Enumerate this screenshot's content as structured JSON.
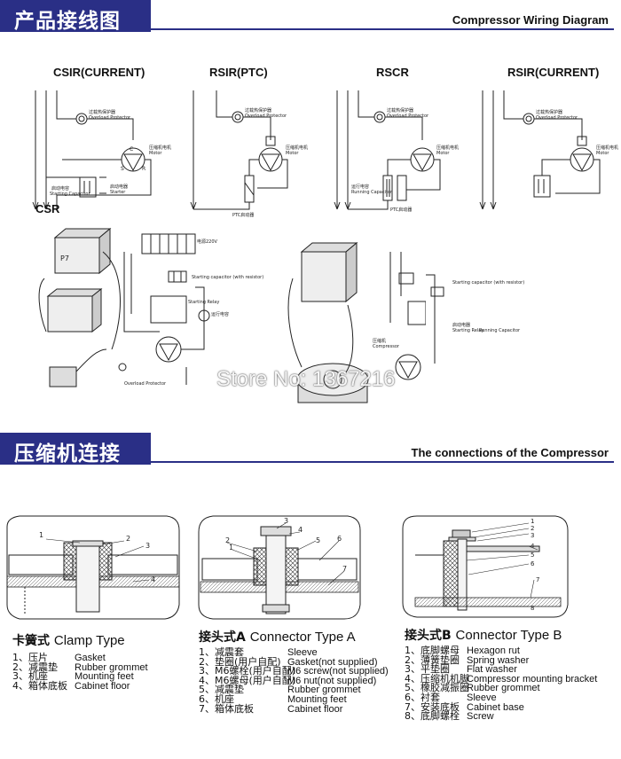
{
  "wiring_section": {
    "title_zh": "产品接线图",
    "title_en": "Compressor Wiring Diagram",
    "diagrams": [
      "CSIR(CURRENT)",
      "RSIR(PTC)",
      "RSCR",
      "RSIR(CURRENT)"
    ],
    "csr_label": "CSR",
    "small_labels": {
      "overload_zh": "过载热保护器",
      "overload_en": "Overload Protector",
      "motor_zh": "压缩机电机",
      "motor_en": "Motor",
      "starting_cap_zh": "启动电容",
      "starting_cap_en": "Starting Capacitor",
      "starter_zh": "启动电器",
      "starter_en": "Starter",
      "ptc_zh": "PTC启动器",
      "running_cap_zh": "运行电容",
      "running_cap_en": "Running Capacitor",
      "starting_relay_zh": "启动电器",
      "starting_relay_en": "Starting Relay",
      "power_zh": "电源220V",
      "starting_cap_res": "Starting capacitor (with resistor)",
      "compressor_zh": "压缩机",
      "compressor_en": "Compressor"
    },
    "motor_terminals": [
      "C",
      "S",
      "R"
    ]
  },
  "watermark": "Store No: 1367216",
  "connections_section": {
    "title_zh": "压缩机连接",
    "title_en": "The connections of the Compressor"
  },
  "types": [
    {
      "title_zh": "卡簧式",
      "title_en": "Clamp Type",
      "callouts": [
        "1",
        "2",
        "3",
        "4"
      ],
      "parts": [
        {
          "zh": "1、压片",
          "en": "Gasket"
        },
        {
          "zh": "2、减震垫",
          "en": "Rubber grommet"
        },
        {
          "zh": "3、机座",
          "en": "Mounting feet"
        },
        {
          "zh": "4、箱体底板",
          "en": "Cabinet floor"
        }
      ]
    },
    {
      "title_zh": "接头式A",
      "title_en": "Connector Type A",
      "callouts": [
        "1",
        "2",
        "3",
        "4",
        "5",
        "6",
        "7"
      ],
      "parts": [
        {
          "zh": "1、减震套",
          "en": "Sleeve"
        },
        {
          "zh": "2、垫圈(用户自配)",
          "en": "Gasket(not supplied)"
        },
        {
          "zh": "3、M6螺栓(用户自配)",
          "en": "M6 screw(not supplied)"
        },
        {
          "zh": "4、M6螺母(用户自配)",
          "en": "M6 nut(not supplied)"
        },
        {
          "zh": "5、减震垫",
          "en": "Rubber grommet"
        },
        {
          "zh": "6、机座",
          "en": "Mounting feet"
        },
        {
          "zh": "7、箱体底板",
          "en": "Cabinet floor"
        }
      ]
    },
    {
      "title_zh": "接头式B",
      "title_en": "Connector Type B",
      "callouts": [
        "1",
        "2",
        "3",
        "4",
        "5",
        "6",
        "7",
        "8"
      ],
      "parts": [
        {
          "zh": "1、底脚螺母",
          "en": "Hexagon rut"
        },
        {
          "zh": "2、薄簧垫圈",
          "en": "Spring washer"
        },
        {
          "zh": "3、平垫圈",
          "en": "Flat washer"
        },
        {
          "zh": "4、压缩机机脚",
          "en": "Compressor mounting bracket"
        },
        {
          "zh": "5、橡胶减振圈",
          "en": "Rubber grommet"
        },
        {
          "zh": "6、衬套",
          "en": "Sleeve"
        },
        {
          "zh": "7、安装底板",
          "en": "Cabinet base"
        },
        {
          "zh": "8、底脚螺栓",
          "en": "Screw"
        }
      ]
    }
  ]
}
